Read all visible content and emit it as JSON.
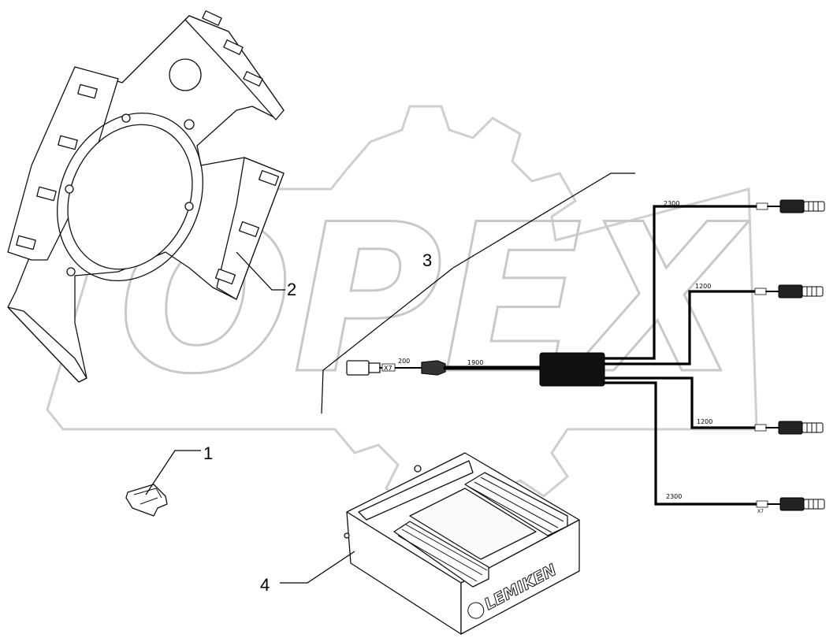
{
  "watermark": {
    "text": "OPEX"
  },
  "callouts": {
    "c1": "1",
    "c2": "2",
    "c3": "3",
    "c4": "4"
  },
  "cable_labels": {
    "main_plug": "X7",
    "main_short": "200",
    "main_long": "1900",
    "branch_top": "2300",
    "branch_upper": "1200",
    "branch_lower": "1200",
    "branch_bottom": "2300",
    "plug_tag": "X7"
  },
  "box_brand": "LEMIKEN"
}
